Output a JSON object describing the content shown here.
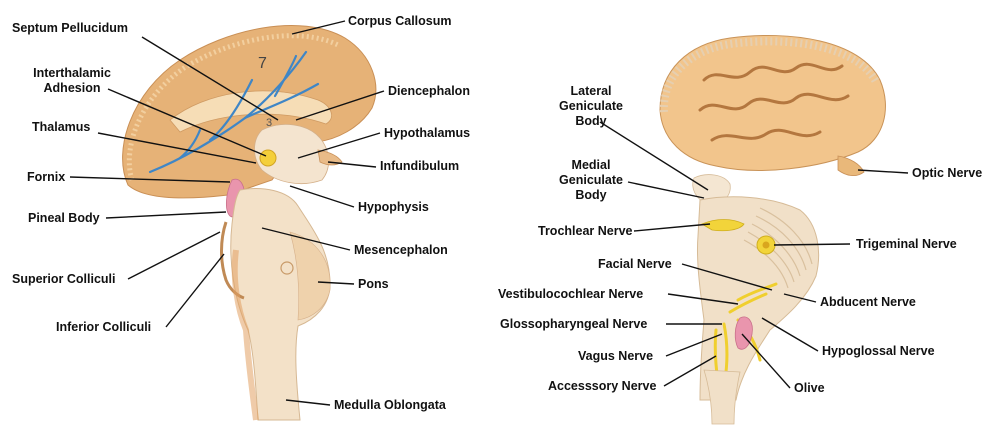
{
  "left_panel": {
    "labels": {
      "septum_pellucidum": "Septum Pellucidum",
      "corpus_callosum": "Corpus Callosum",
      "interthalamic_adhesion": "Interthalamic Adhesion",
      "diencephalon": "Diencephalon",
      "thalamus": "Thalamus",
      "hypothalamus": "Hypothalamus",
      "infundibulum": "Infundibulum",
      "fornix": "Fornix",
      "hypophysis": "Hypophysis",
      "pineal_body": "Pineal Body",
      "mesencephalon": "Mesencephalon",
      "superior_colliculi": "Superior Colliculi",
      "pons": "Pons",
      "inferior_colliculi": "Inferior Colliculi",
      "medulla_oblongata": "Medulla Oblongata"
    },
    "model_markings": {
      "ventricle_number": "3",
      "hemisphere_number": "7"
    }
  },
  "right_panel": {
    "labels": {
      "lateral_geniculate_body": "Lateral Geniculate Body",
      "medial_geniculate_body": "Medial Geniculate Body",
      "optic_nerve": "Optic Nerve",
      "trochlear_nerve": "Trochlear Nerve",
      "trigeminal_nerve": "Trigeminal Nerve",
      "facial_nerve": "Facial Nerve",
      "vestibulocochlear_nerve": "Vestibulocochlear Nerve",
      "abducent_nerve": "Abducent Nerve",
      "glossopharyngeal_nerve": "Glossopharyngeal Nerve",
      "hypoglossal_nerve": "Hypoglossal Nerve",
      "vagus_nerve": "Vagus Nerve",
      "olive": "Olive",
      "accessory_nerve": "Accesssory Nerve"
    }
  },
  "colors": {
    "brain_tan": "#e9b47c",
    "brainstem_cream": "#f3e1c8",
    "nerve_yellow": "#f2d43a",
    "pink_structure": "#e995ad",
    "vessel_blue": "#3f86c6",
    "leader_line": "#111111"
  }
}
